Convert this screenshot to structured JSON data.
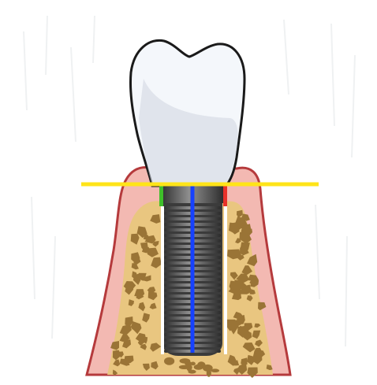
{
  "colors": {
    "background": "#ffffff",
    "gingiva": "#f3b9b2",
    "gingiva_outline": "#b53a3c",
    "bone": "#e9c680",
    "bone_spots": "#9a7436",
    "crown": "#f4f7fb",
    "crown_shadow": "#cfd6e0",
    "crown_outline": "#1a1a1a",
    "implant_dark": "#3b3b3b",
    "implant_light": "#8a8a8a",
    "reference_line_yellow": "#ffe419",
    "axis_line_blue": "#1641ff",
    "marker_green": "#3fbf2a",
    "marker_red": "#e8322a",
    "side_line_white": "#ffffff"
  },
  "icons": [
    "tooth-crown",
    "dental-implant",
    "alveolar-bone",
    "gingiva"
  ]
}
